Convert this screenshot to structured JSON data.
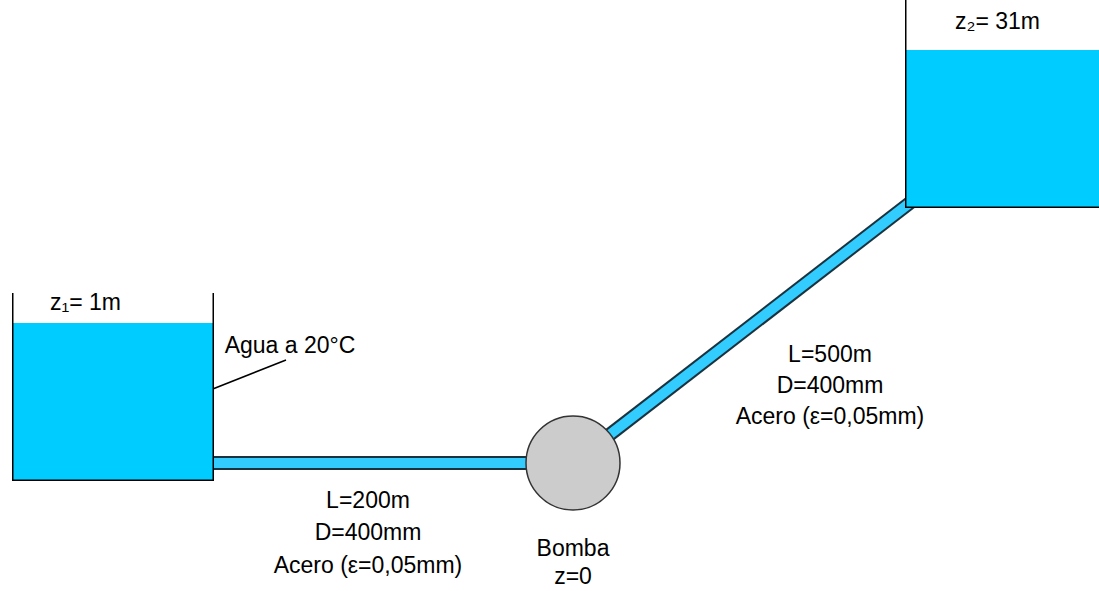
{
  "diagram": {
    "nodes": [
      {
        "text": [
          "z₁= 1m"
        ]
      },
      {
        "text": [
          "Bomba",
          "z=0"
        ]
      },
      {
        "text": [
          "z₂= 31m"
        ]
      }
    ],
    "edges": [
      {
        "from": 0,
        "to": 1,
        "arrow": "none"
      },
      {
        "from": 1,
        "to": 2,
        "arrow": "none"
      }
    ],
    "labels": [
      "Agua a 20°C",
      "L=200m",
      "D=400mm",
      "Acero (ε=0,05mm)",
      "L=500m",
      "D=400mm",
      "Acero (ε=0,05mm)"
    ]
  }
}
